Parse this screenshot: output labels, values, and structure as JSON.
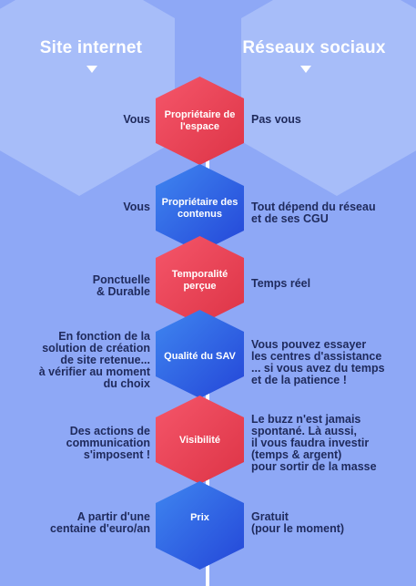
{
  "columns": {
    "left_title": "Site internet",
    "right_title": "Réseaux sociaux"
  },
  "colors": {
    "background": "#8ea8f6",
    "red_hex": "#ef4b5e",
    "blue_hex": "#2f63e6",
    "text_dark": "#1f2a5c"
  },
  "rows": [
    {
      "label": "Propriétaire de l'espace",
      "color": "red",
      "left": [
        "Vous"
      ],
      "right": [
        "Pas vous"
      ]
    },
    {
      "label": "Propriétaire des contenus",
      "color": "blue",
      "left": [
        "Vous"
      ],
      "right": [
        "Tout dépend du réseau",
        "et de ses CGU"
      ]
    },
    {
      "label": "Temporalité perçue",
      "color": "red",
      "left": [
        "Ponctuelle",
        "& Durable"
      ],
      "right": [
        "Temps réel"
      ]
    },
    {
      "label": "Qualité du SAV",
      "color": "blue",
      "left": [
        "En fonction de la",
        "solution de création",
        "de site retenue...",
        "à vérifier au moment",
        "du choix"
      ],
      "right": [
        "Vous pouvez essayer",
        "les centres d'assistance",
        "... si vous avez du temps",
        "et de la patience !"
      ]
    },
    {
      "label": "Visibilité",
      "color": "red",
      "left": [
        "Des actions de",
        "communication",
        "s'imposent !"
      ],
      "right": [
        "Le buzz n'est jamais",
        "spontané. Là aussi,",
        "il vous faudra investir",
        "(temps & argent)",
        "pour sortir de la masse"
      ]
    },
    {
      "label": "Prix",
      "color": "blue",
      "left": [
        "A partir d'une",
        "centaine d'euro/an"
      ],
      "right": [
        "Gratuit",
        "(pour le moment)"
      ]
    }
  ]
}
